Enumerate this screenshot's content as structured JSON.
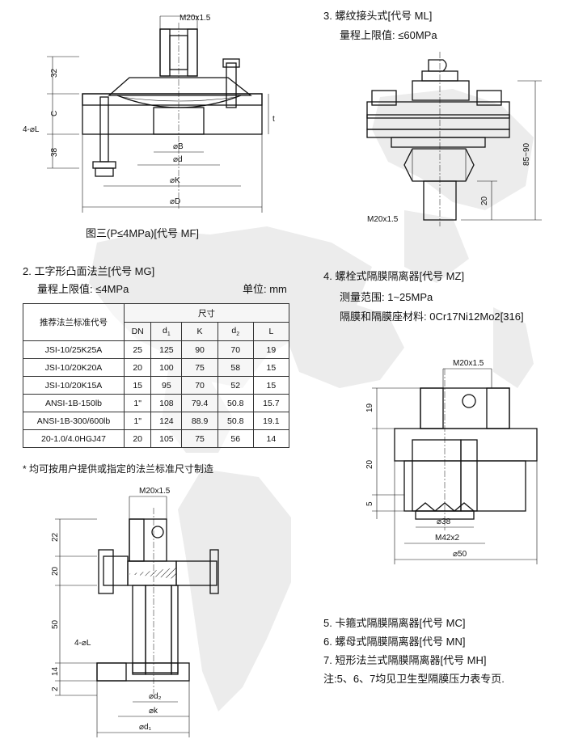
{
  "fig3": {
    "caption": "图三(P≤4MPa)[代号 MF]",
    "dims": {
      "m20": "M20x1.5",
      "h32": "32",
      "hc": "C",
      "h38": "38",
      "l": "4-⌀L",
      "b": "⌀B",
      "d": "⌀d",
      "k": "⌀K",
      "D": "⌀D",
      "t": "t"
    }
  },
  "sec2": {
    "title": "2. 工字形凸面法兰[代号 MG]",
    "range": "量程上限值: ≤4MPa",
    "unit": "单位: mm",
    "table": {
      "col_std": "推荐法兰标准代号",
      "col_size": "尺寸",
      "sub": [
        "DN",
        "d1",
        "K",
        "d2",
        "L"
      ],
      "rows": [
        [
          "JSI-10/25K25A",
          "25",
          "125",
          "90",
          "70",
          "19"
        ],
        [
          "JSI-10/20K20A",
          "20",
          "100",
          "75",
          "58",
          "15"
        ],
        [
          "JSI-10/20K15A",
          "15",
          "95",
          "70",
          "52",
          "15"
        ],
        [
          "ANSI-1B-150lb",
          "1\"",
          "108",
          "79.4",
          "50.8",
          "15.7"
        ],
        [
          "ANSI-1B-300/600lb",
          "1\"",
          "124",
          "88.9",
          "50.8",
          "19.1"
        ],
        [
          "20-1.0/4.0HGJ47",
          "20",
          "105",
          "75",
          "56",
          "14"
        ]
      ]
    },
    "note": "* 均可按用户提供或指定的法兰标准尺寸制造"
  },
  "fig2": {
    "dims": {
      "m20": "M20x1.5",
      "h22": "22",
      "h20": "20",
      "h50": "50",
      "h14": "14",
      "h2": "2",
      "l": "4-⌀L",
      "d2": "⌀d₂",
      "k": "⌀k",
      "d1": "⌀d₁"
    }
  },
  "sec3": {
    "title": "3. 螺纹接头式[代号 ML]",
    "range": "量程上限值: ≤60MPa",
    "dims": {
      "h8590": "85~90",
      "h20": "20",
      "m20": "M20x1.5"
    }
  },
  "sec4": {
    "title": "4. 螺栓式隔膜隔离器[代号 MZ]",
    "range": "测量范围: 1~25MPa",
    "material": "隔膜和隔膜座材料: 0Cr17Ni12Mo2[316]",
    "dims": {
      "m20": "M20x1.5",
      "h19": "19",
      "h20": "20",
      "h5": "5",
      "d38": "⌀38",
      "m42": "M42x2",
      "d50": "⌀50"
    }
  },
  "sec5": {
    "l5": "5. 卡箍式隔膜隔离器[代号 MC]",
    "l6": "6. 螺母式隔膜隔离器[代号 MN]",
    "l7": "7. 短形法兰式隔膜隔离器[代号 MH]",
    "note": "注:5、6、7均见卫生型隔膜压力表专页."
  }
}
